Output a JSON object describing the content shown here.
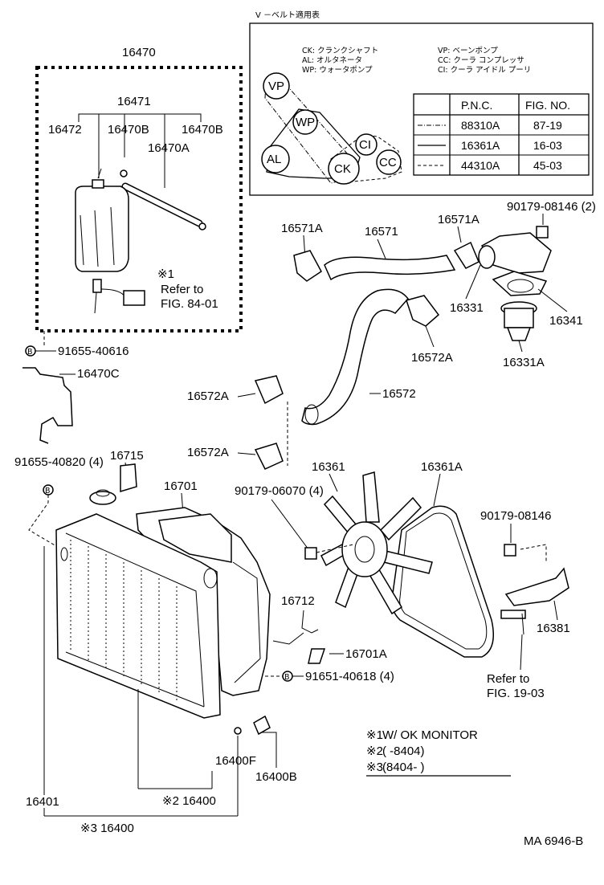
{
  "belt_box": {
    "title": "V －ベルト適用表",
    "legend_left": [
      "CK: クランクシャフト",
      "AL: オルタネータ",
      "WP: ウォータポンプ"
    ],
    "legend_right": [
      "VP: ベーンポンプ",
      "CC: クーラ コンプレッサ",
      "CI: クーラ アイドル プーリ"
    ],
    "pulleys": [
      "VP",
      "WP",
      "CI",
      "AL",
      "CK",
      "CC"
    ],
    "table": {
      "headers": [
        "P.N.C.",
        "FIG. NO."
      ],
      "rows": [
        {
          "line": "dash-dot",
          "pnc": "88310A",
          "fig": "87-19"
        },
        {
          "line": "solid",
          "pnc": "16361A",
          "fig": "16-03"
        },
        {
          "line": "dashed",
          "pnc": "44310A",
          "fig": "45-03"
        }
      ]
    }
  },
  "labels": {
    "p16470": "16470",
    "p16471": "16471",
    "p16472": "16472",
    "p16470B_a": "16470B",
    "p16470B_b": "16470B",
    "p16470A": "16470A",
    "note1_mark": "※1",
    "note1_line1": "Refer to",
    "note1_line2": "FIG. 84-01",
    "p91655_40616": "91655-40616",
    "p16470C": "16470C",
    "p16715": "16715",
    "p91655_40820": "91655-40820 (4)",
    "p16701": "16701",
    "p16571A_left": "16571A",
    "p16571": "16571",
    "p16571A_right": "16571A",
    "p90179_08146_2": "90179-08146 (2)",
    "p16331": "16331",
    "p16341": "16341",
    "p16572A_right": "16572A",
    "p16331A": "16331A",
    "p16572A_upper": "16572A",
    "p16572": "16572",
    "p16572A_lower": "16572A",
    "p16361": "16361",
    "p16361A": "16361A",
    "p90179_06070": "90179-06070 (4)",
    "p90179_08146": "90179-08146",
    "p16712": "16712",
    "p16381": "16381",
    "p16701A": "16701A",
    "p91651_40618": "91651-40618 (4)",
    "refer_19_line1": "Refer to",
    "refer_19_line2": "FIG. 19-03",
    "p16400F": "16400F",
    "p16400B": "16400B",
    "p16401": "16401",
    "p16400_2": "※2 16400",
    "p16400_3": "※3 16400",
    "code": "MA 6946-B"
  },
  "notes": [
    {
      "mark": "※1",
      "text": "W/ OK MONITOR"
    },
    {
      "mark": "※2",
      "text": "(       -8404)"
    },
    {
      "mark": "※3",
      "text": "(8404-        )"
    }
  ],
  "markers": {
    "b": "B"
  }
}
